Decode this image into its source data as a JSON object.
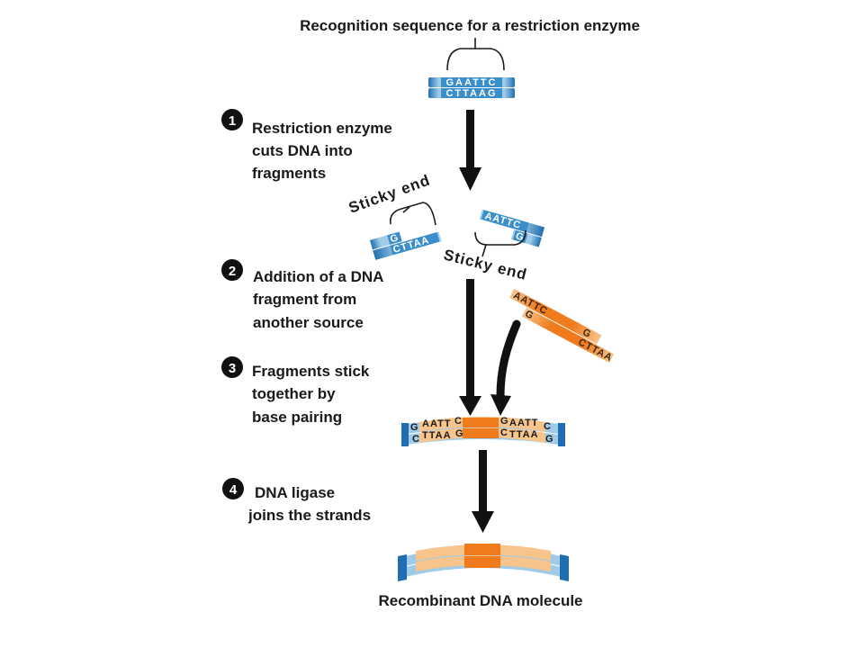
{
  "title": "Recognition sequence for a restriction enzyme",
  "recognition": {
    "top": "GAATTC",
    "bottom": "CTTAAG"
  },
  "steps": [
    {
      "number": "1",
      "lines": [
        "Restriction enzyme",
        "cuts DNA into",
        "fragments"
      ]
    },
    {
      "number": "2",
      "lines": [
        "Addition of a DNA",
        "fragment from",
        "another source"
      ]
    },
    {
      "number": "3",
      "lines": [
        "Fragments stick",
        "together by",
        "base pairing"
      ]
    },
    {
      "number": "4",
      "lines": [
        "DNA ligase",
        "joins the strands"
      ]
    }
  ],
  "sticky_end_label": "Sticky end",
  "fragment_left": {
    "top": "G",
    "bottom": "CTTAA"
  },
  "fragment_right": {
    "top": "AATTC",
    "bottom": "G"
  },
  "foreign_fragment": {
    "top_left": "AATTC",
    "top_right": "G",
    "bottom_left": "G",
    "bottom_right": "CTTAA"
  },
  "paired": {
    "top": [
      "G",
      "AATT",
      "C",
      "G",
      "AATT",
      "C"
    ],
    "bottom": [
      "C",
      "TTAA",
      "G",
      "C",
      "TTAA",
      "G"
    ]
  },
  "result_label": "Recombinant DNA molecule",
  "colors": {
    "host_dark": "#2f86c6",
    "host_light": "#9fcbe9",
    "foreign_dark": "#f07b1d",
    "foreign_light": "#f7c48c",
    "arrow": "#111111"
  }
}
